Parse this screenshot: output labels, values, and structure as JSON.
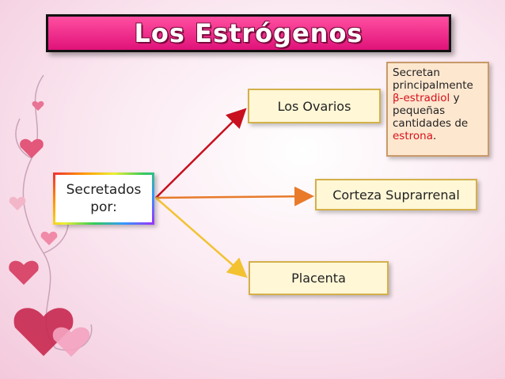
{
  "title": "Los Estrógenos",
  "source_node": {
    "line1": "Secretados",
    "line2": "por:"
  },
  "targets": {
    "ovarios": "Los Ovarios",
    "corteza": "Corteza Suprarrenal",
    "placenta": "Placenta"
  },
  "note": {
    "part1": "Secretan principalmente ",
    "highlight1": "β-estradiol",
    "part2": " y pequeñas cantidades de ",
    "highlight2": "estrona",
    "part3": "."
  },
  "colors": {
    "title_bg": "#e0127a",
    "arrow_ovarios": "#c8101e",
    "arrow_corteza": "#e87a2a",
    "arrow_placenta": "#f2c230",
    "highlight": "#d8101c"
  }
}
